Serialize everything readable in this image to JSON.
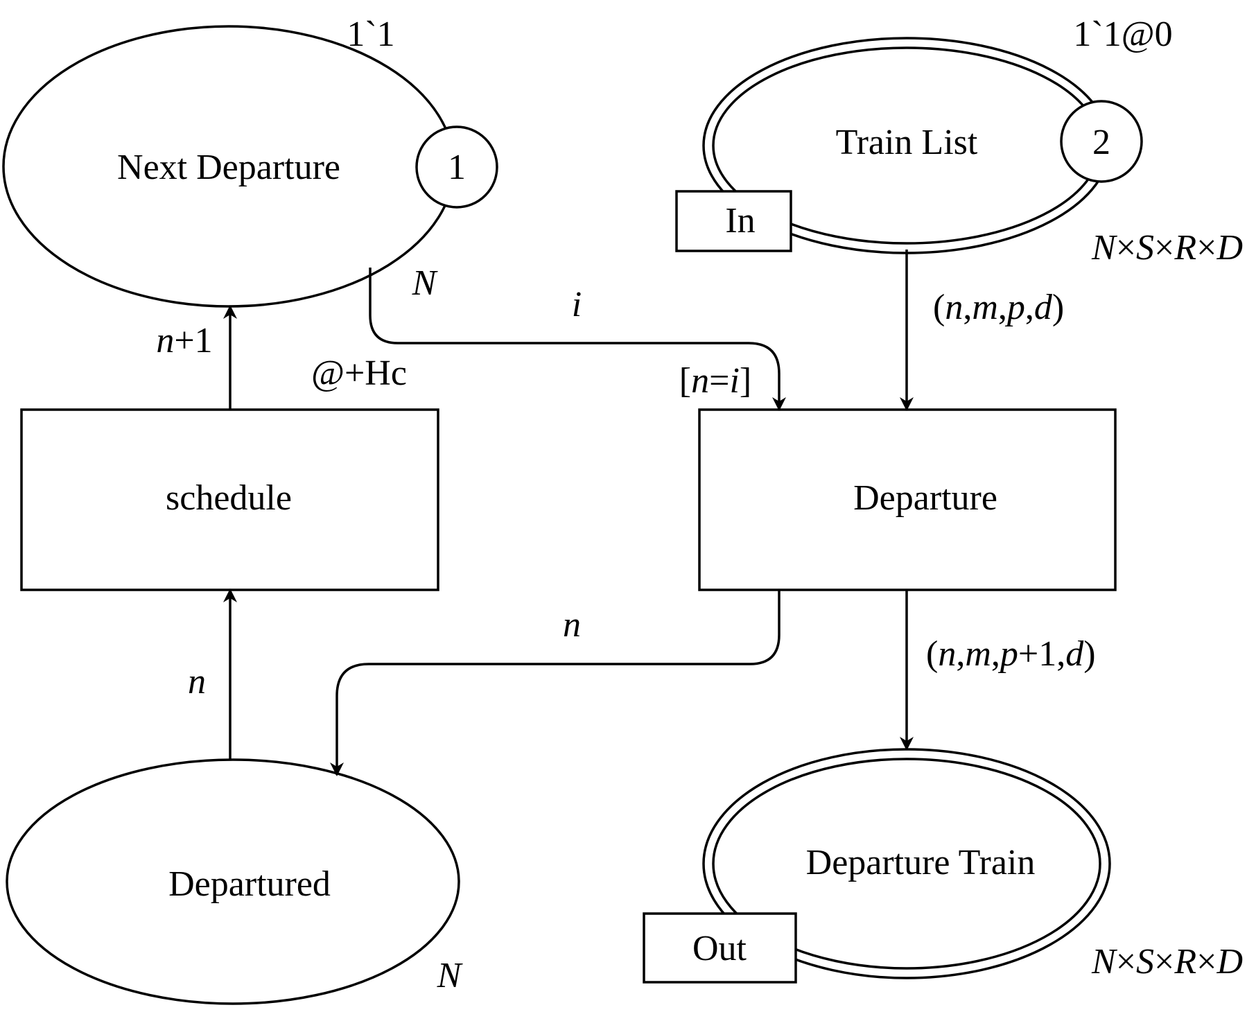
{
  "places": {
    "next_departure": {
      "name": "Next Departure",
      "marking_count": "1",
      "initial_marking": "1`1",
      "colour_set": "N"
    },
    "train_list": {
      "name": "Train List",
      "marking_count": "2",
      "initial_marking": "1`1@0",
      "colour_set_parts": [
        "N",
        "×",
        "S",
        "×",
        "R",
        "×",
        "D"
      ],
      "port": "In"
    },
    "departured": {
      "name": "Departured",
      "colour_set": "N"
    },
    "departure_train": {
      "name": "Departure Train",
      "colour_set_parts": [
        "N",
        "×",
        "S",
        "×",
        "R",
        "×",
        "D"
      ],
      "port": "Out"
    }
  },
  "transitions": {
    "schedule": {
      "name": "schedule",
      "time_delay": "@+Hc"
    },
    "departure": {
      "name": "Departure",
      "guard_parts": [
        "[",
        "n",
        "=",
        "i",
        "]"
      ]
    }
  },
  "arcs": {
    "schedule_to_next": {
      "parts": [
        "n",
        "+1"
      ]
    },
    "next_to_departure": {
      "label": "i"
    },
    "trainlist_to_departure": {
      "parts": [
        "(",
        "n",
        ",",
        "m",
        ",",
        "p",
        ",",
        "d",
        ")"
      ]
    },
    "departure_to_departured": {
      "label": "n"
    },
    "departure_to_train": {
      "parts": [
        "(",
        "n",
        ",",
        "m",
        ",",
        "p",
        "+1,",
        "d",
        ")"
      ]
    },
    "departured_to_schedule": {
      "label": "n"
    }
  }
}
